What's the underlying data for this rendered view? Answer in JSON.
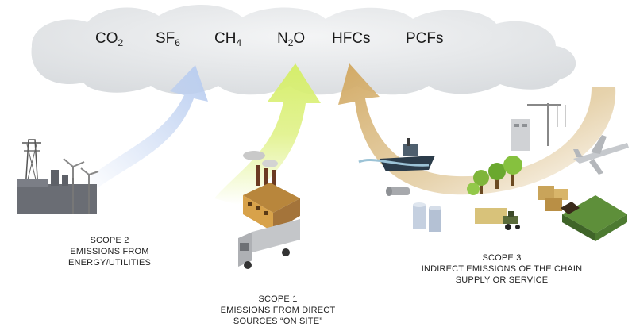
{
  "gases": [
    {
      "formula": "CO",
      "sub": "2"
    },
    {
      "formula": "SF",
      "sub": "6"
    },
    {
      "formula": "CH",
      "sub": "4"
    },
    {
      "formula": "N",
      "sub": "2",
      "suffix": "O"
    },
    {
      "formula": "HFCs",
      "sub": ""
    },
    {
      "formula": "PCFs",
      "sub": ""
    }
  ],
  "scopes": {
    "scope2": {
      "title": "SCOPE 2",
      "line1": "EMISSIONS FROM",
      "line2": "ENERGY/UTILITIES"
    },
    "scope1": {
      "title": "SCOPE 1",
      "line1": "EMISSIONS FROM DIRECT",
      "line2": "SOURCES “ON SITE”"
    },
    "scope3": {
      "title": "SCOPE 3",
      "line1": "INDIRECT EMISSIONS OF THE CHAIN",
      "line2": "SUPPLY OR SERVICE"
    }
  },
  "colors": {
    "cloud": "#e6e8ea",
    "scope2_arrow": "#b9cdf0",
    "scope1_arrow": "#dcf07a",
    "scope3_arrow": "#d9b77a",
    "text": "#1a1a1a"
  },
  "icons": {
    "scope2": "power-plant-wind-turbines-icon",
    "scope1": [
      "factory-icon",
      "truck-icon"
    ],
    "scope3": [
      "ship-icon",
      "crane-building-icon",
      "airplane-icon",
      "trees-icon",
      "storage-tanks-icon",
      "tractor-field-icon",
      "crates-icon",
      "landfill-icon",
      "pipe-icon"
    ]
  }
}
